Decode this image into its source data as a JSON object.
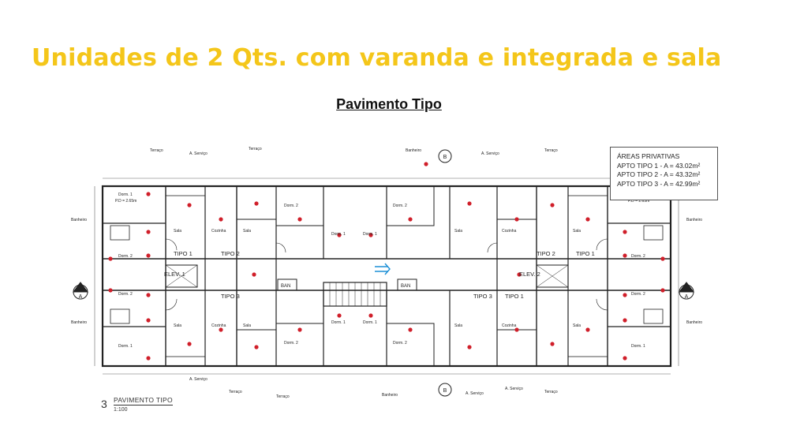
{
  "header": {
    "title": "Unidades de 2 Qts. com varanda e integrada e sala",
    "subtitle": "Pavimento Tipo"
  },
  "areas_box": {
    "heading": "ÁREAS PRIVATIVAS",
    "lines": [
      "APTO TIPO 1 - A = 43.02m²",
      "APTO TIPO 2 - A = 43.32m²",
      "APTO TIPO 3 - A = 42.99m²"
    ]
  },
  "plan_labels": {
    "tipo1": "TIPO 1",
    "tipo2": "TIPO 2",
    "tipo3": "TIPO 3",
    "elev1": "ELEV. 1",
    "elev2": "ELEV. 2",
    "ban": "BAN",
    "dorm1": "Dorm. 1",
    "dorm2": "Dorm. 2",
    "sala": "Sala",
    "cozinha": "Cozinha",
    "banheiro": "Banheiro",
    "terraco": "Terraço",
    "aservico": "A. Serviço",
    "pd": "P.D = 2.65m",
    "section_a": "A",
    "section_b": "B"
  },
  "footer": {
    "number": "3",
    "label": "PAVIMENTO TIPO",
    "scale": "1:100"
  },
  "colors": {
    "title": "#f4c61a",
    "walls": "#222222",
    "markers": "#d01f2a",
    "accent": "#1b8fd6"
  }
}
